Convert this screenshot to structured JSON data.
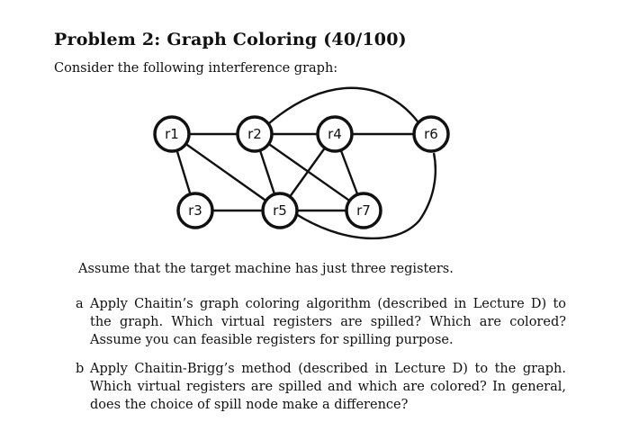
{
  "problem": {
    "title": "Problem 2: Graph Coloring (40/100)",
    "intro": "Consider the following interference graph:"
  },
  "graph": {
    "nodes": [
      {
        "id": "r1",
        "label": "r1"
      },
      {
        "id": "r2",
        "label": "r2"
      },
      {
        "id": "r4",
        "label": "r4"
      },
      {
        "id": "r6",
        "label": "r6"
      },
      {
        "id": "r3",
        "label": "r3"
      },
      {
        "id": "r5",
        "label": "r5"
      },
      {
        "id": "r7",
        "label": "r7"
      }
    ],
    "edges": [
      [
        "r1",
        "r2"
      ],
      [
        "r2",
        "r4"
      ],
      [
        "r4",
        "r6"
      ],
      [
        "r2",
        "r6"
      ],
      [
        "r1",
        "r3"
      ],
      [
        "r1",
        "r5"
      ],
      [
        "r2",
        "r5"
      ],
      [
        "r2",
        "r7"
      ],
      [
        "r4",
        "r5"
      ],
      [
        "r4",
        "r7"
      ],
      [
        "r3",
        "r5"
      ],
      [
        "r5",
        "r7"
      ],
      [
        "r5",
        "r6"
      ]
    ]
  },
  "assumption": "Assume that the target machine has just three registers.",
  "questions": [
    {
      "marker": "a",
      "text": "Apply Chaitin’s graph coloring algorithm (described in Lecture D) to the graph. Which virtual registers are spilled? Which are colored? Assume you can feasible registers for spilling purpose."
    },
    {
      "marker": "b",
      "text": "Apply Chaitin-Brigg’s method (described in Lecture D) to the graph. Which virtual registers are spilled and which are colored? In general, does the choice of spill node make a difference?"
    }
  ]
}
